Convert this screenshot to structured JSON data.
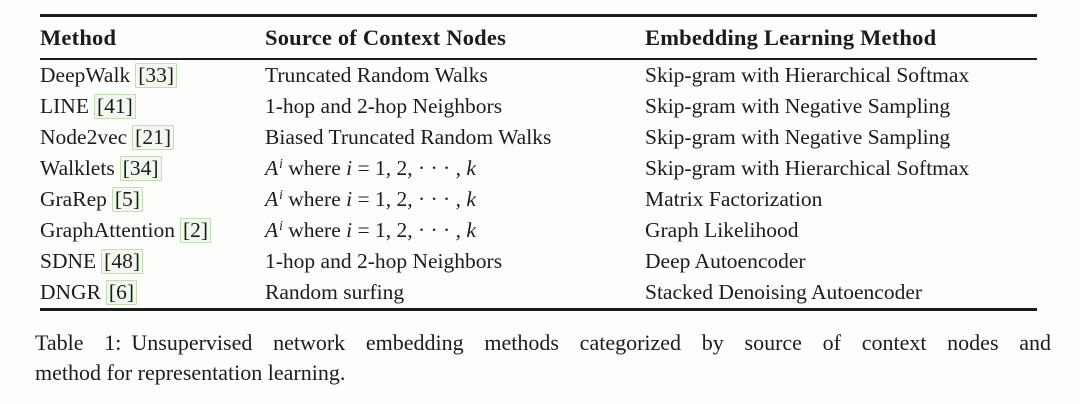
{
  "table": {
    "columns": [
      "Method",
      "Source of Context Nodes",
      "Embedding Learning Method"
    ],
    "rows": [
      {
        "method": "DeepWalk",
        "cite": "[33]",
        "source": [
          {
            "text": "Truncated Random Walks",
            "style": "up"
          }
        ],
        "embedding": "Skip-gram with Hierarchical Softmax"
      },
      {
        "method": "LINE",
        "cite": "[41]",
        "source": [
          {
            "text": "1-hop and 2-hop Neighbors",
            "style": "up"
          }
        ],
        "embedding": "Skip-gram with Negative Sampling"
      },
      {
        "method": "Node2vec",
        "cite": "[21]",
        "source": [
          {
            "text": "Biased Truncated Random Walks",
            "style": "up"
          }
        ],
        "embedding": "Skip-gram with Negative Sampling"
      },
      {
        "method": "Walklets",
        "cite": "[34]",
        "source": [
          {
            "text": "A",
            "style": "it"
          },
          {
            "text": "i",
            "style": "sup"
          },
          {
            "text": " where ",
            "style": "up"
          },
          {
            "text": "i",
            "style": "it"
          },
          {
            "text": " = 1, 2, · · · , ",
            "style": "up"
          },
          {
            "text": "k",
            "style": "it"
          }
        ],
        "embedding": "Skip-gram with Hierarchical Softmax"
      },
      {
        "method": "GraRep",
        "cite": "[5]",
        "source": [
          {
            "text": "A",
            "style": "it"
          },
          {
            "text": "i",
            "style": "sup"
          },
          {
            "text": " where ",
            "style": "up"
          },
          {
            "text": "i",
            "style": "it"
          },
          {
            "text": " = 1, 2, · · · , ",
            "style": "up"
          },
          {
            "text": "k",
            "style": "it"
          }
        ],
        "embedding": "Matrix Factorization"
      },
      {
        "method": "GraphAttention",
        "cite": "[2]",
        "source": [
          {
            "text": "A",
            "style": "it"
          },
          {
            "text": "i",
            "style": "sup"
          },
          {
            "text": " where ",
            "style": "up"
          },
          {
            "text": "i",
            "style": "it"
          },
          {
            "text": " = 1, 2, · · · , ",
            "style": "up"
          },
          {
            "text": "k",
            "style": "it"
          }
        ],
        "embedding": "Graph Likelihood"
      },
      {
        "method": "SDNE",
        "cite": "[48]",
        "source": [
          {
            "text": "1-hop and 2-hop Neighbors",
            "style": "up"
          }
        ],
        "embedding": "Deep Autoencoder"
      },
      {
        "method": "DNGR",
        "cite": "[6]",
        "source": [
          {
            "text": "Random surfing",
            "style": "up"
          }
        ],
        "embedding": "Stacked Denoising Autoencoder"
      }
    ],
    "cite_border_color": "#bedfb2",
    "cite_background_color": "#f1f9ee"
  },
  "caption": {
    "label": "Table 1:",
    "line1_rest": "Unsupervised network embedding methods categorized by source of context nodes and",
    "line2": "method for representation learning."
  }
}
